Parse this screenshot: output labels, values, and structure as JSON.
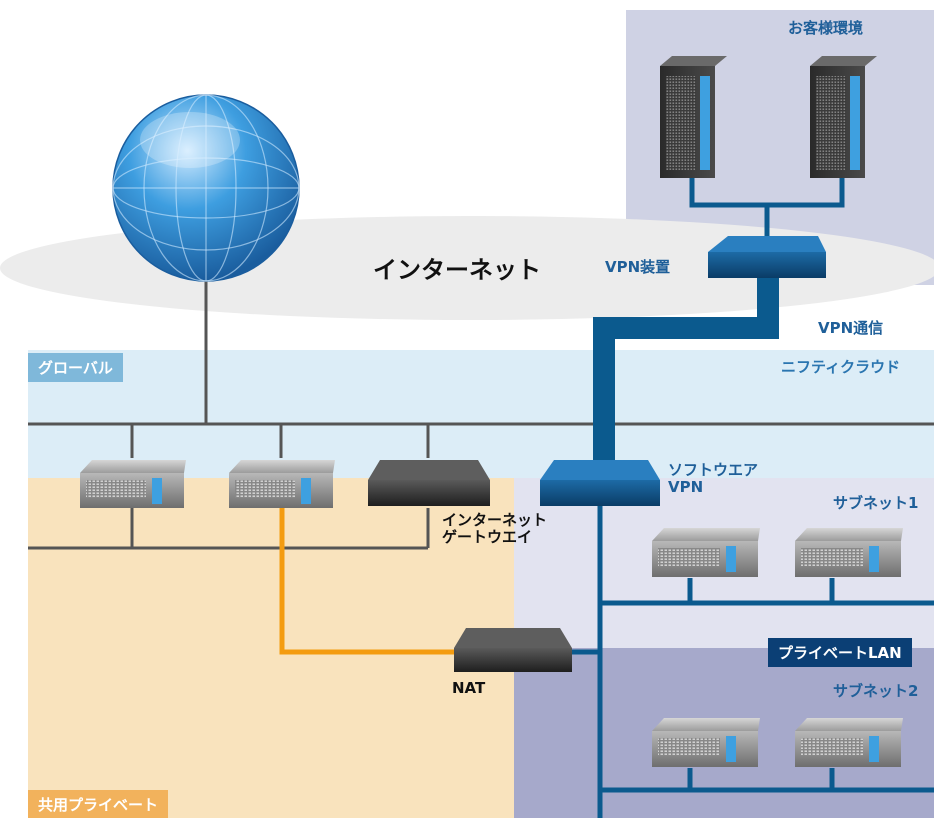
{
  "labels": {
    "internet": "インターネット",
    "customer_env": "お客様環境",
    "vpn_device": "VPN装置",
    "vpn_comm": "VPN通信",
    "nifty_cloud": "ニフティクラウド",
    "global": "グローバル",
    "software_vpn_line1": "ソフトウエア",
    "software_vpn_line2": "VPN",
    "internet_gateway_line1": "インターネット",
    "internet_gateway_line2": "ゲートウエイ",
    "subnet1": "サブネット1",
    "private_lan": "プライベートLAN",
    "subnet2": "サブネット2",
    "nat": "NAT",
    "shared_private": "共用プライベート"
  },
  "icons": {
    "globe": "globe-icon",
    "tower_server": "tower-server-icon",
    "rack_server": "rack-server-icon",
    "network_device": "network-device-icon"
  },
  "colors": {
    "vpn_line": "#0b5a8e",
    "nat_line": "#f49c10",
    "global_band": "#dcedf7",
    "global_tag": "#7fb8da",
    "shared_private_zone": "#f9e3bd",
    "shared_private_tag": "#f2b25c",
    "customer_zone": "#cfd2e4",
    "subnet1_zone": "#e2e3f0",
    "subnet2_zone": "#a6a9cb",
    "private_lan_tag": "#0b3f75",
    "label_blue": "#1f5f99"
  }
}
